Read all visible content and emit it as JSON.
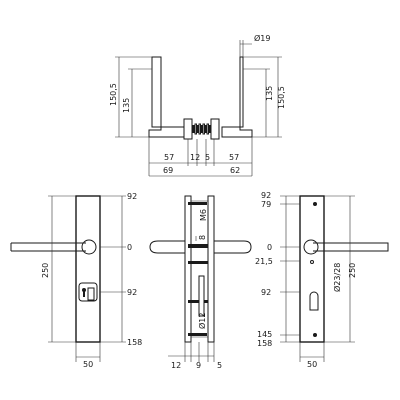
{
  "top_view": {
    "dims": {
      "d19": "Ø19",
      "h150_left": "150,5",
      "h135_left": "135",
      "h135_right": "135",
      "h150_right": "150,5",
      "w57_left": "57",
      "w12": "12",
      "w5": "5",
      "w57_right": "57",
      "w69": "69",
      "w62": "62"
    }
  },
  "front_left": {
    "dims": {
      "d92_top": "92",
      "d0": "0",
      "d250": "250",
      "d92_bottom": "92",
      "d158": "158",
      "d50": "50"
    }
  },
  "side_view": {
    "dims": {
      "m6": "M6",
      "d8": "8",
      "d12_dia": "Ø12",
      "d12": "12",
      "d9": "9",
      "d5": "5"
    }
  },
  "front_right": {
    "dims": {
      "d92": "92",
      "d79": "79",
      "d0": "0",
      "d21_5": "21,5",
      "d92_lower": "92",
      "d145": "145",
      "d158": "158",
      "dia2328": "Ø23/28",
      "d250": "250",
      "d50": "50"
    }
  }
}
